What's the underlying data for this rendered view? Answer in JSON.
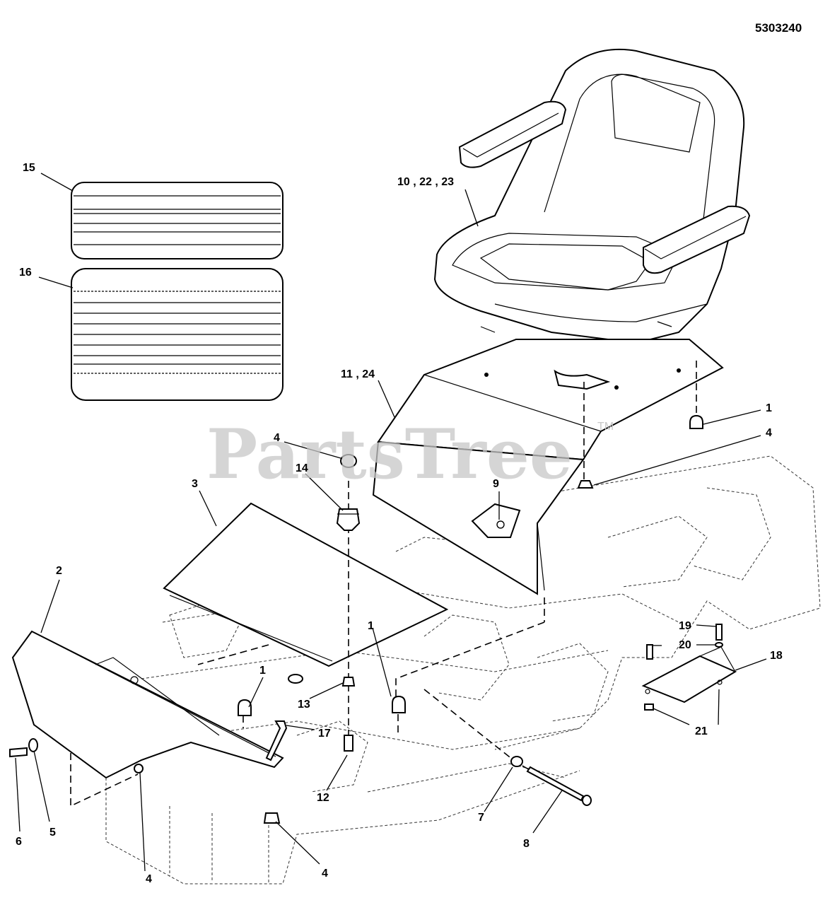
{
  "document_number": "5303240",
  "watermark": "PartsTree",
  "watermark_mark": "TM",
  "callouts": {
    "c_15": "15",
    "c_16": "16",
    "c_10_22_23": "10 , 22 , 23",
    "c_11_24": "11 , 24",
    "c_1_right": "1",
    "c_4_right": "4",
    "c_4_cap": "4",
    "c_14": "14",
    "c_3": "3",
    "c_9": "9",
    "c_2": "2",
    "c_1_mid": "1",
    "c_1_left": "1",
    "c_13": "13",
    "c_17": "17",
    "c_12": "12",
    "c_19": "19",
    "c_20": "20",
    "c_18": "18",
    "c_21": "21",
    "c_7": "7",
    "c_8": "8",
    "c_6": "6",
    "c_5": "5",
    "c_4_bottom_left": "4",
    "c_4_bottom_mid": "4"
  }
}
